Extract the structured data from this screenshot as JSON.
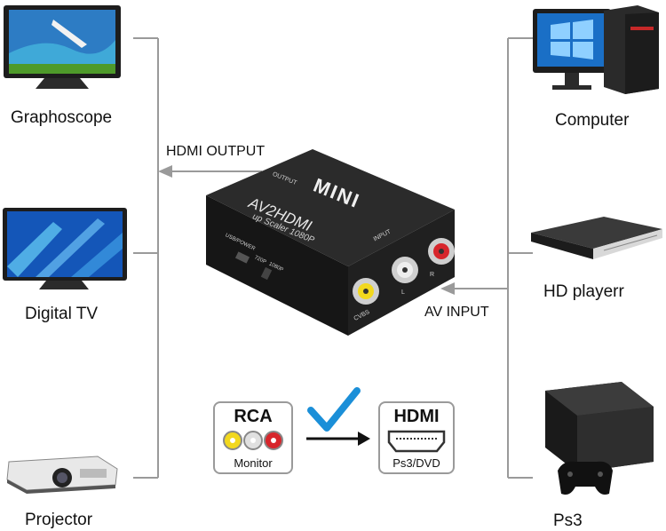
{
  "left_devices": [
    {
      "label": "Graphoscope",
      "icon": "tv-icon"
    },
    {
      "label": "Digital  TV",
      "icon": "tv-icon"
    },
    {
      "label": "Projector",
      "icon": "projector-icon"
    }
  ],
  "right_devices": [
    {
      "label": "Computer",
      "icon": "computer-icon"
    },
    {
      "label": "HD playerr",
      "icon": "hd-player-icon"
    },
    {
      "label": "Ps3",
      "icon": "ps3-console-icon"
    }
  ],
  "flow_labels": {
    "output": "HDMI OUTPUT",
    "input": "AV INPUT"
  },
  "converter": {
    "brand": "MINI",
    "model": "AV2HDMI",
    "scaler": "up Scaler 1080P",
    "output_port": "OUTPUT",
    "input_port": "INPUT",
    "usb_power": "USB/POWER",
    "res_720": "720P",
    "res_1080": "1080P",
    "cvbs": "CVBS",
    "l": "L",
    "r": "R"
  },
  "bottom_flow": {
    "source_title": "RCA",
    "source_sub": "Monitor",
    "target_title": "HDMI",
    "target_sub": "Ps3/DVD"
  },
  "colors": {
    "line": "#9a9a9a",
    "check": "#1b8fd8",
    "rca_yellow": "#f2d81e",
    "rca_white": "#e0e0e0",
    "rca_red": "#d7262c"
  }
}
